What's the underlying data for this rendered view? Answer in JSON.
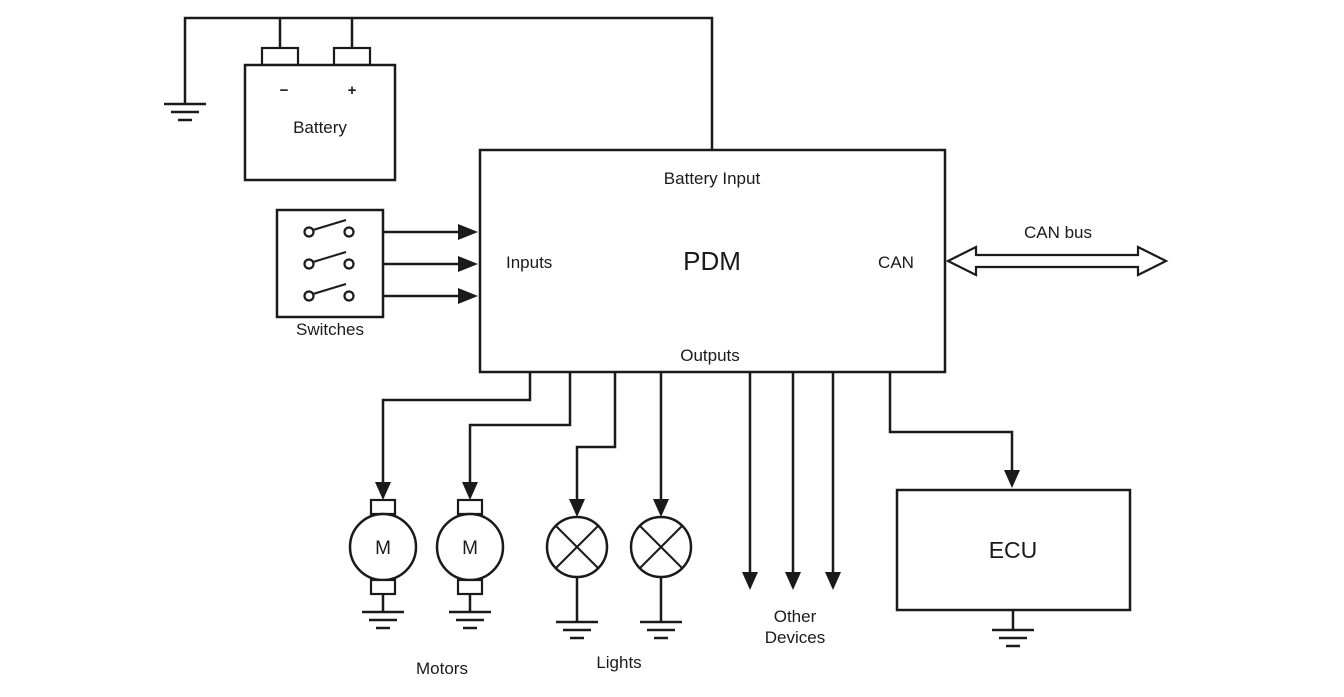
{
  "colors": {
    "background": "#ffffff",
    "line": "#1a1a1a",
    "text": "#1a1a1a"
  },
  "battery": {
    "label": "Battery",
    "minus_sign": "−",
    "plus_sign": "+"
  },
  "switches": {
    "label": "Switches"
  },
  "pdm": {
    "title": "PDM",
    "top_label": "Battery Input",
    "left_label": "Inputs",
    "right_label": "CAN",
    "bottom_label": "Outputs"
  },
  "can_bus": {
    "label": "CAN bus"
  },
  "motors": {
    "label": "Motors",
    "symbol_letter": "M"
  },
  "lights": {
    "label": "Lights"
  },
  "other_devices": {
    "line1": "Other",
    "line2": "Devices"
  },
  "ecu": {
    "label": "ECU"
  }
}
